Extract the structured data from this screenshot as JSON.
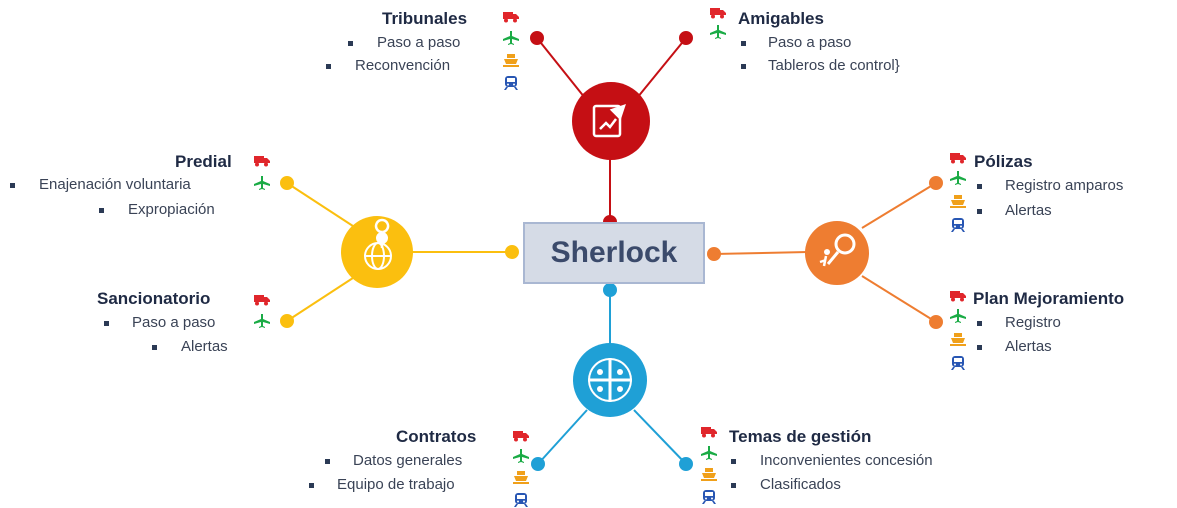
{
  "center": {
    "label": "Sherlock"
  },
  "colors": {
    "red": "#c50f14",
    "orange": "#ee7d31",
    "yellow": "#fbbf0f",
    "blue": "#1fa0d6"
  },
  "branches": {
    "tribunales": {
      "title": "Tribunales",
      "items": [
        "Paso a paso",
        "Reconvención"
      ]
    },
    "amigables": {
      "title": "Amigables",
      "items": [
        "Paso a paso",
        "Tableros de control}"
      ]
    },
    "predial": {
      "title": "Predial",
      "items": [
        "Enajenación voluntaria",
        "Expropiación"
      ]
    },
    "sancionatorio": {
      "title": "Sancionatorio",
      "items": [
        "Paso a paso",
        "Alertas"
      ]
    },
    "polizas": {
      "title": "Pólizas",
      "items": [
        "Registro amparos",
        "Alertas"
      ]
    },
    "plan": {
      "title": "Plan Mejoramiento",
      "items": [
        "Registro",
        "Alertas"
      ]
    },
    "contratos": {
      "title": "Contratos",
      "items": [
        "Datos generales",
        "Equipo de trabajo"
      ]
    },
    "temas": {
      "title": "Temas de gestión",
      "items": [
        "Inconvenientes concesión",
        "Clasificados"
      ]
    }
  },
  "transport_icons": [
    "truck-icon",
    "plane-icon",
    "ship-icon",
    "train-icon"
  ],
  "hub_icons": {
    "red": "edit-document-icon",
    "yellow": "globe-pin-icon",
    "orange": "magnifier-person-icon",
    "blue": "dashboard-quadrants-icon"
  }
}
